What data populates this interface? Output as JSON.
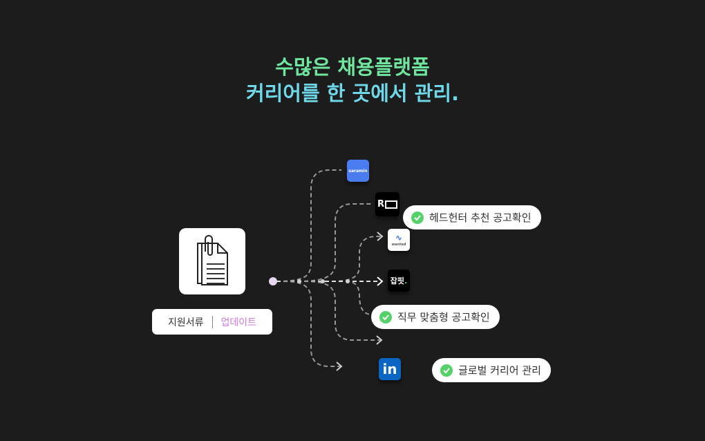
{
  "headline": {
    "line1": "수많은 채용플랫폼",
    "line2": "커리어를 한 곳에서 관리."
  },
  "document": {
    "icon": "document-clip-icon",
    "label": "지원서류",
    "action": "업데이트"
  },
  "platforms": [
    {
      "name": "saramin",
      "text": "saramin",
      "color": "#4a7cf0"
    },
    {
      "name": "remember",
      "text": "R",
      "color": "#000000"
    },
    {
      "name": "wanted",
      "text": "wanted",
      "color": "#ffffff"
    },
    {
      "name": "jobfit",
      "text": "잡핏",
      "color": "#000000"
    },
    {
      "name": "linkedin",
      "text": "in",
      "color": "#0a66c2"
    }
  ],
  "badges": [
    {
      "text": "헤드헌터 추천 공고확인"
    },
    {
      "text": "직무 맞춤형 공고확인"
    },
    {
      "text": "글로벌 커리어 관리"
    }
  ],
  "colors": {
    "background": "#1d1c1d",
    "green": "#6fe6a0",
    "cyan": "#6fd8e8",
    "accent": "#d178e0",
    "check": "#55d16a"
  }
}
